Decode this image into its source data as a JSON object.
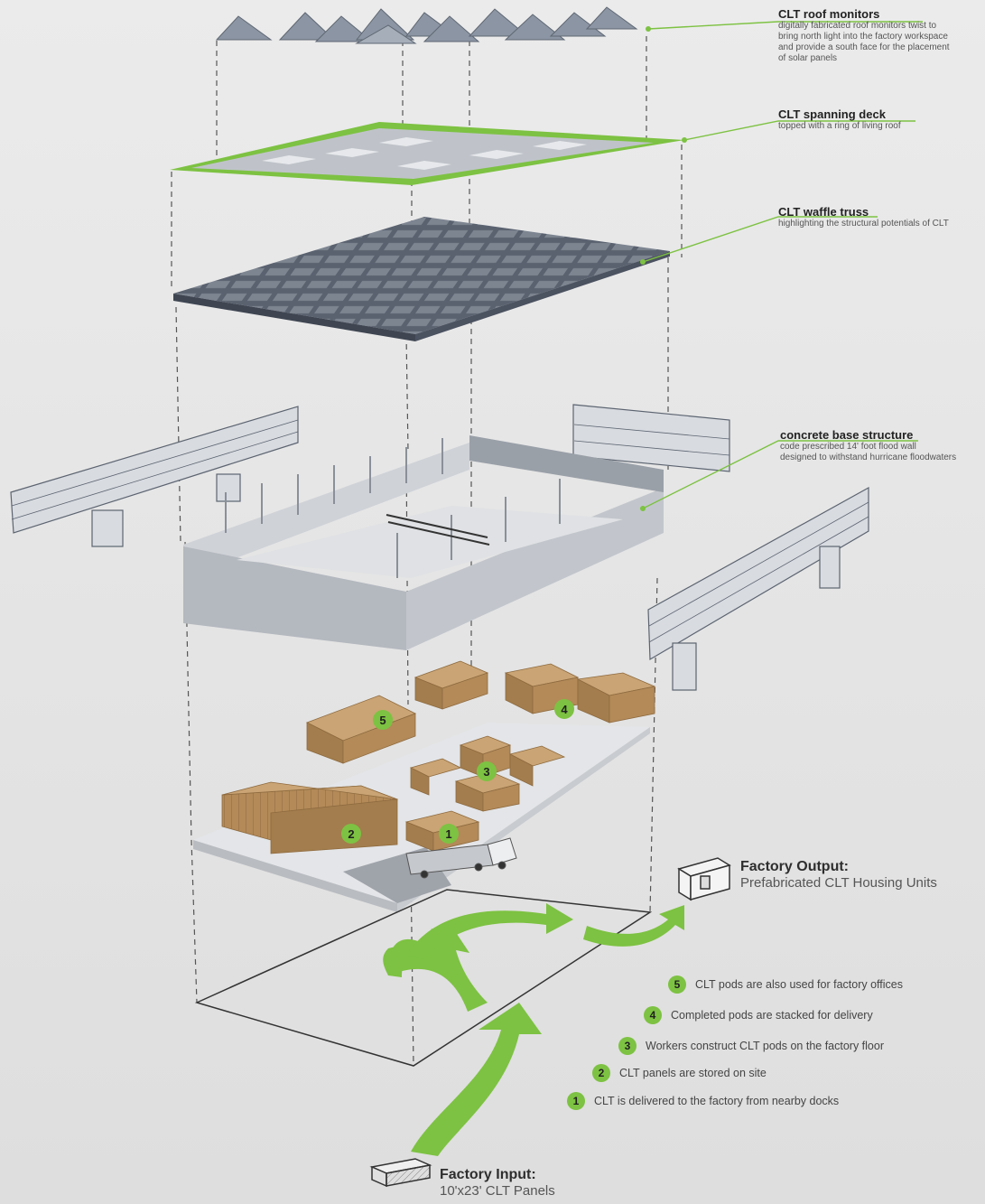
{
  "callouts": {
    "roof_monitors": {
      "title": "CLT roof monitors",
      "desc": [
        "digitally fabricated roof monitors twist to",
        "bring north light into the factory workspace",
        "and provide a south face for the placement",
        "of solar panels"
      ]
    },
    "spanning_deck": {
      "title": "CLT spanning deck",
      "desc": [
        "topped with a ring of living roof"
      ]
    },
    "waffle_truss": {
      "title": "CLT waffle truss",
      "desc": [
        "highlighting the structural potentials of CLT"
      ]
    },
    "base_structure": {
      "title": "concrete base structure",
      "desc": [
        "code prescribed 14' foot flood wall",
        "designed to withstand hurricane floodwaters"
      ]
    }
  },
  "output": {
    "title": "Factory Output:",
    "subtitle": "Prefabricated CLT Housing Units"
  },
  "input": {
    "title": "Factory Input:",
    "subtitle": "10'x23' CLT Panels"
  },
  "legend": [
    {
      "num": "5",
      "text": "CLT pods are also used for factory offices"
    },
    {
      "num": "4",
      "text": "Completed pods are stacked for delivery"
    },
    {
      "num": "3",
      "text": "Workers construct CLT pods on the factory floor"
    },
    {
      "num": "2",
      "text": "CLT panels are stored on site"
    },
    {
      "num": "1",
      "text": "CLT is delivered to the factory from nearby docks"
    }
  ],
  "colors": {
    "accent": "#7dc242",
    "panel": "#b08a5a",
    "structure": "#c9ccd2",
    "truss": "#4d5563"
  }
}
